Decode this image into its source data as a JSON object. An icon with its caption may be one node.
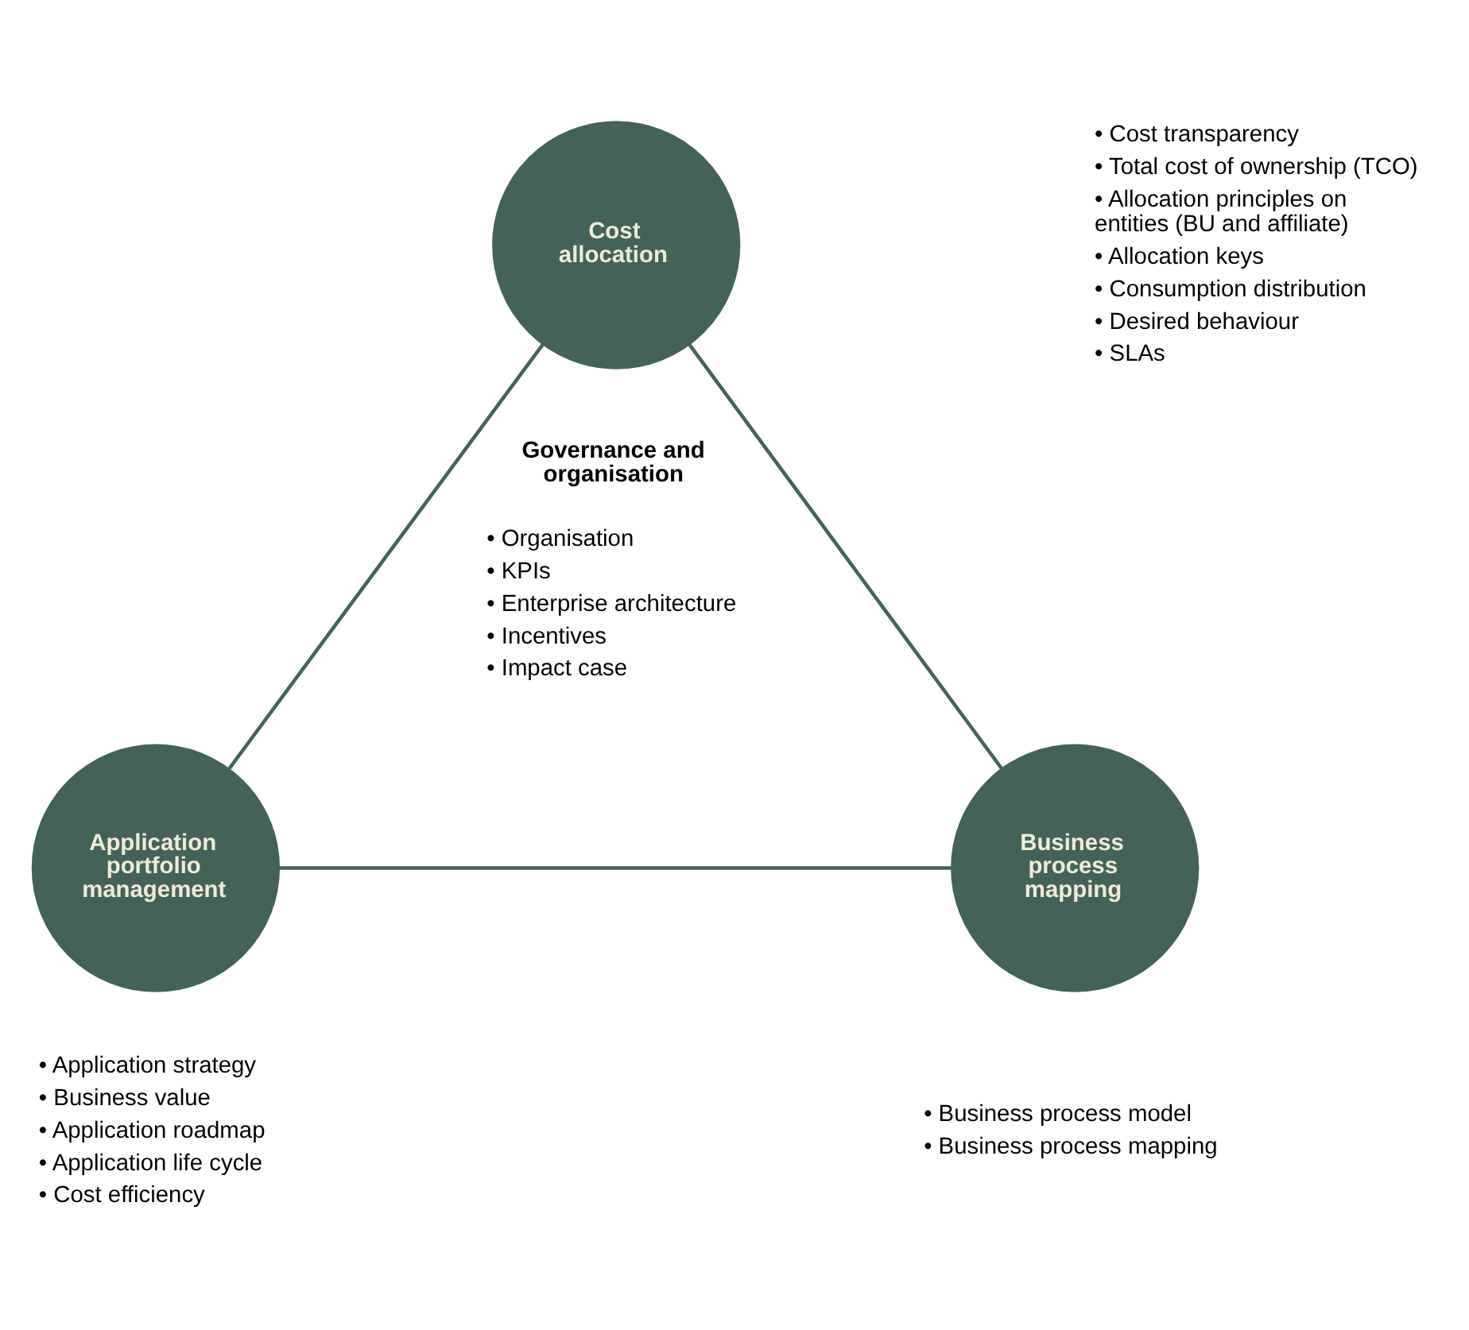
{
  "diagram": {
    "nodes": [
      {
        "text": [
          "Cost allocation"
        ],
        "beside": [
          "• Cost transparency",
          "• Total cost of ownership (TCO)",
          "• Allocation principles on entities (BU and affiliate)",
          "• Allocation keys",
          "• Consumption distribution",
          "• Desired behaviour",
          "• SLAs"
        ]
      },
      {
        "text": [
          "Application portfolio management"
        ],
        "beside": [
          "• Application strategy",
          "• Business value",
          "• Application roadmap",
          "• Application life cycle",
          "• Cost efficiency"
        ]
      },
      {
        "text": [
          "Business process mapping"
        ],
        "beside": [
          "• Business process model",
          "• Business process mapping"
        ]
      }
    ],
    "edges": [
      {
        "from": 0,
        "to": 1,
        "arrow": "none"
      },
      {
        "from": 0,
        "to": 2,
        "arrow": "none"
      },
      {
        "from": 1,
        "to": 2,
        "arrow": "none"
      }
    ],
    "labels": [
      "Governance and organisation",
      "• Organisation",
      "• KPIs",
      "• Enterprise architecture",
      "• Incentives",
      "• Impact case"
    ]
  }
}
